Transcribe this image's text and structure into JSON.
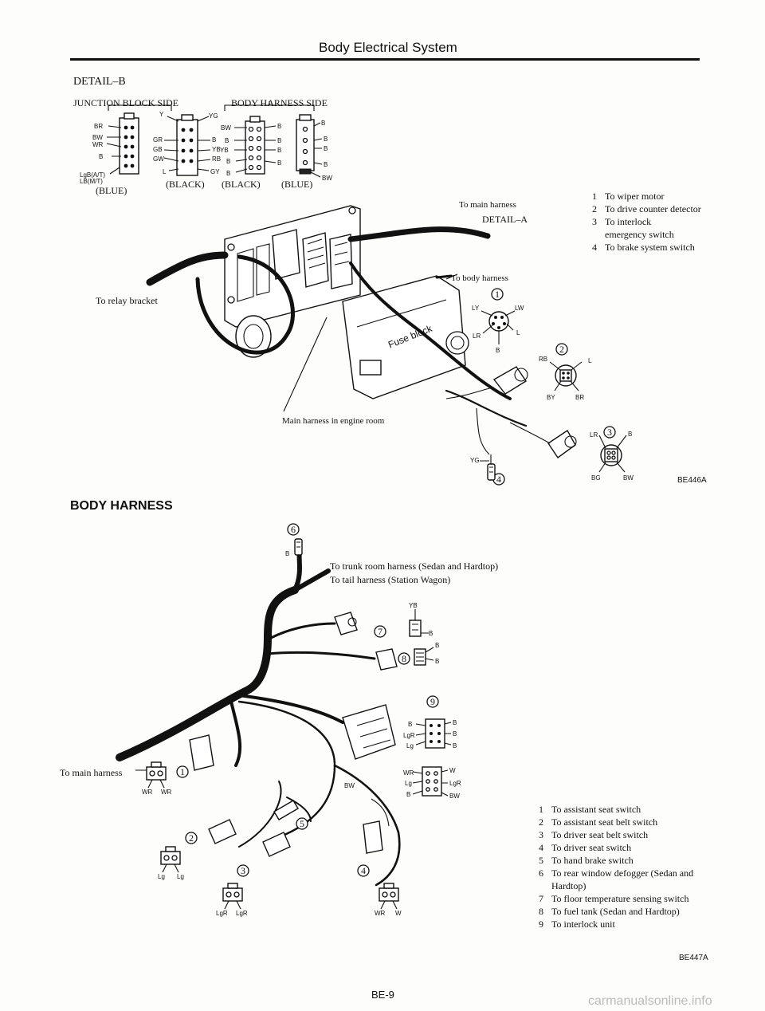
{
  "page": {
    "header": "Body Electrical System",
    "page_number": "BE-9",
    "watermark": "carmanualsonline.info"
  },
  "detail_b": {
    "title": "DETAIL–B",
    "junction_side": "JUNCTION BLOCK SIDE",
    "body_harness_side": "BODY HARNESS SIDE",
    "blue_left": "(BLUE)",
    "black_left": "(BLACK)",
    "black_right": "(BLACK)",
    "blue_right": "(BLUE)",
    "jb1_wires": [
      "BR",
      "BW",
      "WR",
      "B",
      "LgB(A/T)",
      "LB(M/T)"
    ],
    "jb2_wires": [
      "Y",
      "YG",
      "GR",
      "GB",
      "GW",
      "B",
      "YB",
      "RB",
      "L",
      "GY"
    ],
    "bh1_wires": [
      "BW",
      "B",
      "YB",
      "B",
      "B",
      "B",
      "B",
      "B",
      "B"
    ],
    "bh2_wires": [
      "B",
      "B",
      "B",
      "B",
      "BW"
    ],
    "to_main_harness": "To main harness",
    "detail_a": "DETAIL–A",
    "to_body_harness": "To body harness",
    "to_relay_bracket": "To relay bracket",
    "fuse_block": "Fuse block",
    "main_harness_engine_room": "Main harness in engine room",
    "code": "BE446A",
    "c1_wires": [
      "LY",
      "LW",
      "LR",
      "L",
      "B"
    ],
    "c2_wires": [
      "RB",
      "L",
      "BY",
      "BR"
    ],
    "c3_wires": [
      "LR",
      "B",
      "BG",
      "BW"
    ],
    "c4_wire": "YG",
    "legend": [
      {
        "n": "1",
        "text": "To wiper motor"
      },
      {
        "n": "2",
        "text": "To drive counter detector"
      },
      {
        "n": "3",
        "text": "To interlock emergency switch"
      },
      {
        "n": "4",
        "text": "To brake system switch"
      }
    ]
  },
  "body_harness": {
    "title": "BODY HARNESS",
    "trunk_line1": "To trunk room harness (Sedan and Hardtop)",
    "trunk_line2": "To tail harness (Station Wagon)",
    "to_main_harness": "To main harness",
    "code": "BE447A",
    "c6_wire": "B",
    "c7_wires": [
      "YB",
      "B"
    ],
    "c8_wires": [
      "B",
      "B"
    ],
    "c9_wires": [
      "B",
      "LgR",
      "Lg",
      "B",
      "B",
      "B"
    ],
    "c9b_wires": [
      "WR",
      "Lg",
      "B",
      "W",
      "LgR",
      "BW"
    ],
    "bw_label": "BW",
    "c1_wires": [
      "WR",
      "WR"
    ],
    "c2_wires": [
      "Lg",
      "Lg"
    ],
    "c3_wires": [
      "LgR",
      "LgR"
    ],
    "c4_wires": [
      "WR",
      "W"
    ],
    "legend": [
      {
        "n": "1",
        "text": "To assistant seat switch"
      },
      {
        "n": "2",
        "text": "To assistant seat belt switch"
      },
      {
        "n": "3",
        "text": "To driver seat belt switch"
      },
      {
        "n": "4",
        "text": "To driver seat switch"
      },
      {
        "n": "5",
        "text": "To hand brake switch"
      },
      {
        "n": "6",
        "text": "To rear window defogger (Sedan and Hardtop)"
      },
      {
        "n": "7",
        "text": "To floor temperature sensing switch"
      },
      {
        "n": "8",
        "text": "To fuel tank (Sedan and Hardtop)"
      },
      {
        "n": "9",
        "text": "To interlock unit"
      }
    ]
  }
}
